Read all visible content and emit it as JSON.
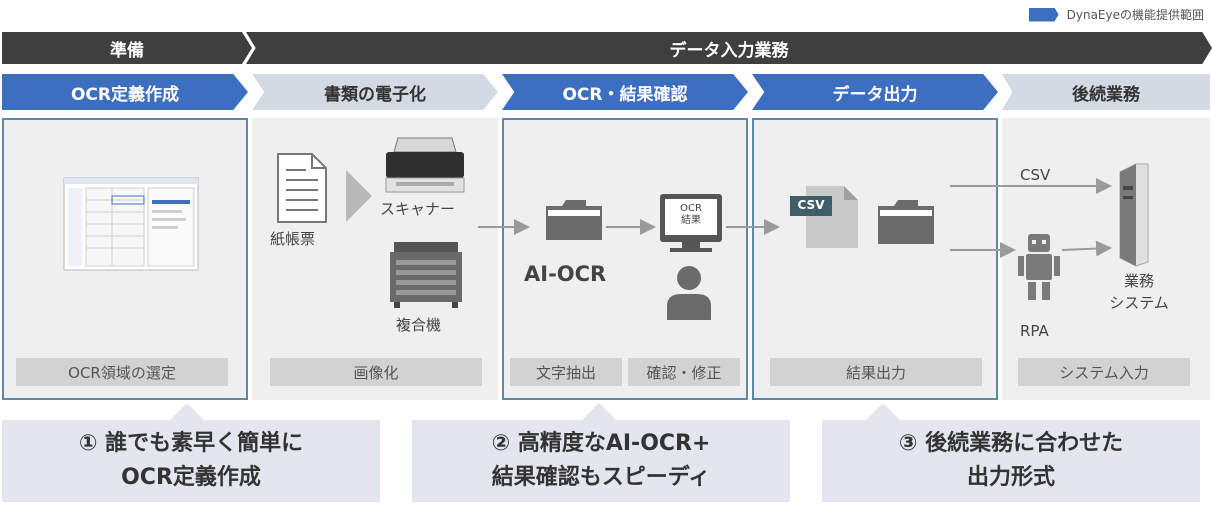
{
  "legend": {
    "label": "DynaEyeの機能提供範囲"
  },
  "phases": {
    "prep": "準備",
    "main": "データ入力業務"
  },
  "steps": [
    {
      "title": "OCR定義作成",
      "tag": "OCR領域の選定"
    },
    {
      "title": "書類の電子化",
      "tag": "画像化"
    },
    {
      "title": "OCR・結果確認",
      "tags": [
        "文字抽出",
        "確認・修正"
      ]
    },
    {
      "title": "データ出力",
      "tag": "結果出力"
    },
    {
      "title": "後続業務",
      "tag": "システム入力"
    }
  ],
  "labels": {
    "paper": "紙帳票",
    "scanner": "スキャナー",
    "mfp": "複合機",
    "ai_ocr": "AI-OCR",
    "ocr_result": [
      "OCR",
      "結果"
    ],
    "csv_file": "CSV",
    "csv_arrow": "CSV",
    "rpa": "RPA",
    "system": [
      "業務",
      "システム"
    ]
  },
  "features": [
    {
      "line1": "① 誰でも素早く簡単に",
      "line2": "OCR定義作成"
    },
    {
      "line1": "② 高精度なAI-OCR+",
      "line2": "結果確認もスピーディ"
    },
    {
      "line1": "③ 後続業務に合わせた",
      "line2": "出力形式"
    }
  ],
  "colors": {
    "dynaeye_blue": "#3d6fc1",
    "header_gray": "#d4dae4",
    "phase_dark": "#3f3f3f",
    "column_border": "#5b8aa5",
    "panel": "#efeff0",
    "feature_bg": "#e3e6ef"
  }
}
